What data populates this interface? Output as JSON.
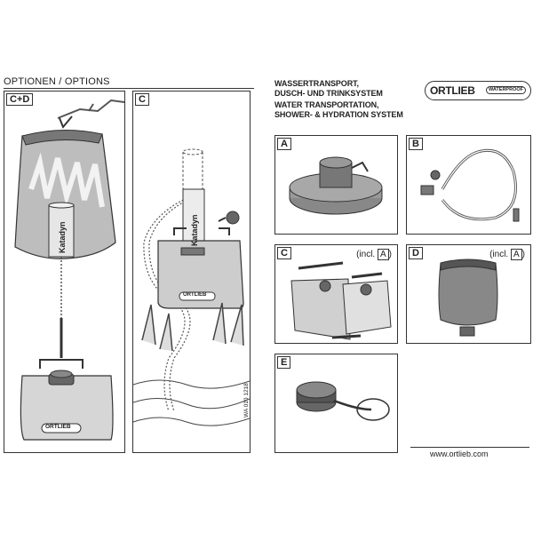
{
  "section_title": "OPTIONEN / OPTIONS",
  "heading": {
    "de_line1": "WASSERTRANSPORT,",
    "de_line2": "DUSCH- UND TRINKSYSTEM",
    "en_line1": "WATER TRANSPORTATION,",
    "en_line2": "SHOWER- & HYDRATION SYSTEM"
  },
  "logo": {
    "brand": "ORTLIEB",
    "badge": "WATERPROOF"
  },
  "panels": {
    "cd": {
      "label": "C+D",
      "filter_label": "Katadyn",
      "bag_brand": "ORTLIEB"
    },
    "c_large": {
      "label": "C",
      "filter_label": "Katadyn",
      "bag_brand": "ORTLIEB"
    },
    "a": {
      "label": "A"
    },
    "b": {
      "label": "B"
    },
    "c_small": {
      "label": "C",
      "incl_prefix": "(incl.",
      "incl_ref": "A",
      "incl_suffix": ")"
    },
    "d": {
      "label": "D",
      "incl_prefix": "(incl.",
      "incl_ref": "A",
      "incl_suffix": ")"
    },
    "e": {
      "label": "E"
    }
  },
  "doc_code": "WA 010 1218",
  "url": "www.ortlieb.com",
  "colors": {
    "ink": "#333333",
    "bag_gray": "#cfcfcf",
    "bag_dark": "#7a7a7a",
    "cap_dark": "#666666"
  }
}
